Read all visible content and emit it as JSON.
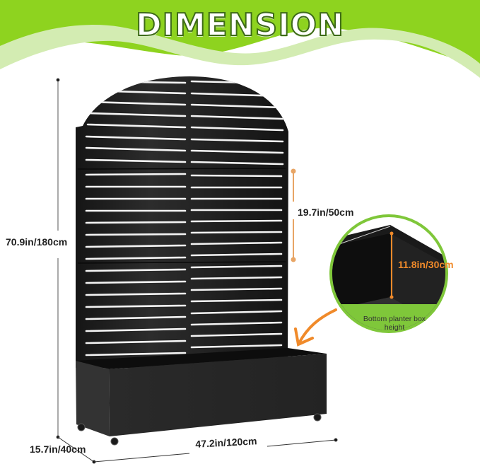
{
  "header": {
    "title": "DIMENSION",
    "colors": {
      "green": "#8ed31f",
      "light_green": "#d3ecb2",
      "outline": "#3e6b18"
    }
  },
  "product": {
    "name": "trellis-planter-box",
    "color": "#1c1c1c"
  },
  "dimensions": {
    "total_height": "70.9in/180cm",
    "panel_section_height": "19.7in/50cm",
    "depth": "15.7in/40cm",
    "width": "47.2in/120cm"
  },
  "inset": {
    "measurement": "11.8in/30cm",
    "caption": "Bottom planter box height",
    "accent_color": "#f08a2a",
    "ring_color": "#7fc73a"
  }
}
